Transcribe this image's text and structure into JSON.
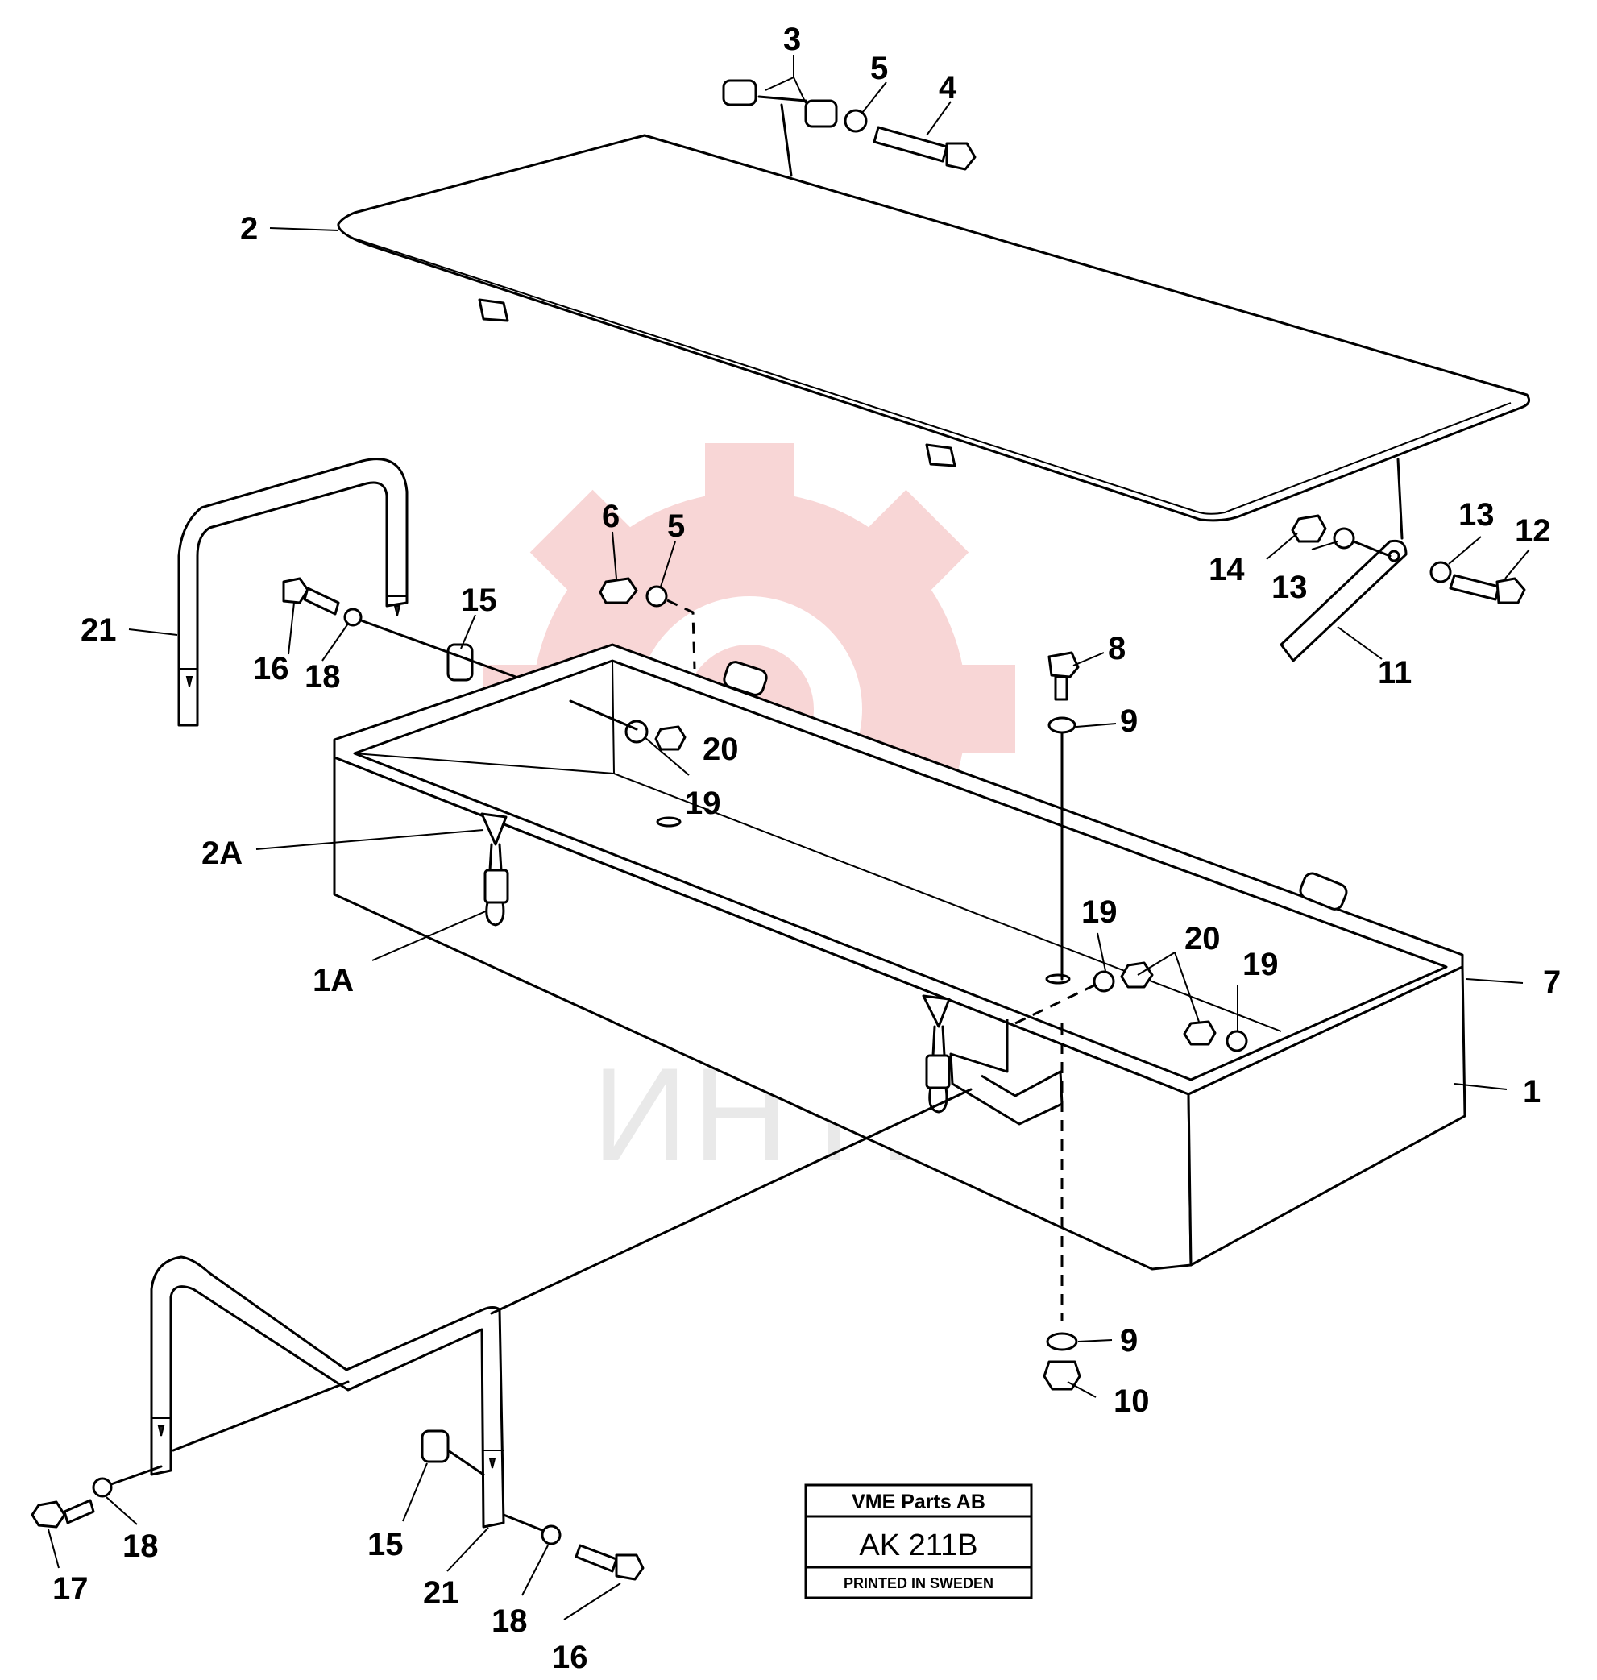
{
  "labels": {
    "n1": "1",
    "n1A": "1A",
    "n2": "2",
    "n2A": "2A",
    "n3": "3",
    "n4": "4",
    "n5a": "5",
    "n5b": "5",
    "n6": "6",
    "n7": "7",
    "n8": "8",
    "n9a": "9",
    "n9b": "9",
    "n10": "10",
    "n11": "11",
    "n12": "12",
    "n13a": "13",
    "n13b": "13",
    "n14": "14",
    "n15a": "15",
    "n15b": "15",
    "n16a": "16",
    "n16b": "16",
    "n17": "17",
    "n18a": "18",
    "n18b": "18",
    "n19a": "19",
    "n19b": "19",
    "n19c": "19",
    "n20a": "20",
    "n20b": "20",
    "n21a": "21",
    "n21b": "21"
  },
  "watermark": {
    "text": "ИНТЕХ",
    "color": "#e9e9e9",
    "gear_color": "#f7cfcf"
  },
  "title_block": {
    "company": "VME Parts AB",
    "code": "AK 211B",
    "printed": "PRINTED IN SWEDEN"
  }
}
